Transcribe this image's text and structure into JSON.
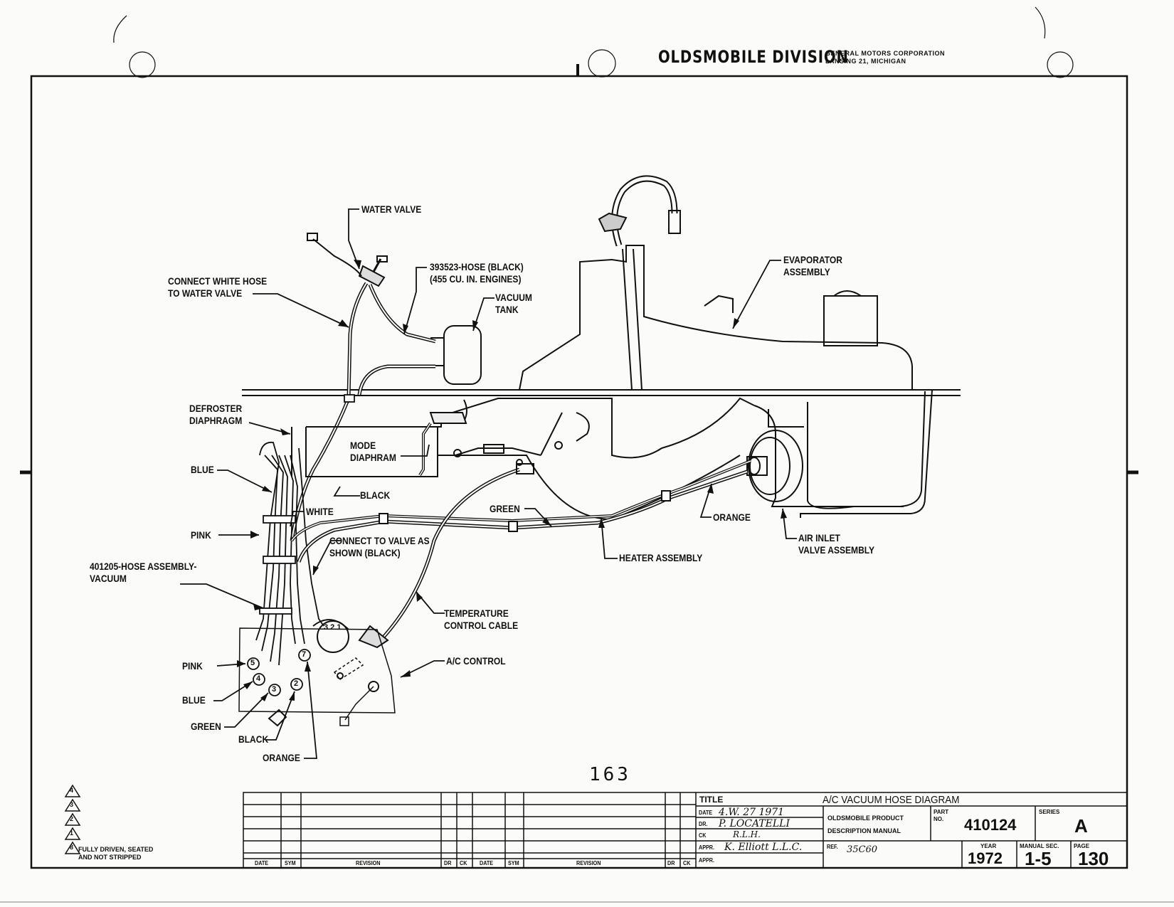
{
  "header": {
    "division": "OLDSMOBILE DIVISION",
    "corp": "GENERAL MOTORS CORPORATION",
    "city": "LANSING 21, MICHIGAN"
  },
  "labels": {
    "water_valve": "WATER VALVE",
    "connect_white_hose": "CONNECT WHITE HOSE\nTO WATER VALVE",
    "hose_393523": "393523-HOSE (BLACK)\n(455 CU. IN. ENGINES)",
    "vacuum_tank": "VACUUM\nTANK",
    "evaporator": "EVAPORATOR\nASSEMBLY",
    "defroster": "DEFROSTER\nDIAPHRAGM",
    "mode_diaphram": "MODE\nDIAPHRAM",
    "blue_top": "BLUE",
    "black_top": "BLACK",
    "white": "WHITE",
    "pink_top": "PINK",
    "green_top": "GREEN",
    "orange_top": "ORANGE",
    "air_inlet": "AIR INLET\nVALVE ASSEMBLY",
    "heater": "HEATER ASSEMBLY",
    "connect_valve": "CONNECT TO VALVE AS\nSHOWN (BLACK)",
    "hose_401205": "401205-HOSE ASSEMBLY-\nVACUUM",
    "temp_cable": "TEMPERATURE\nCONTROL CABLE",
    "ac_control": "A/C CONTROL",
    "pink_bot": "PINK",
    "blue_bot": "BLUE",
    "green_bot": "GREEN",
    "black_bot": "BLACK",
    "orange_bot": "ORANGE",
    "port_5": "5",
    "port_4": "4",
    "port_3": "3",
    "port_2": "2",
    "port_7": "7",
    "valve_ports": "3 2 1"
  },
  "page_number": "163",
  "legend": {
    "triangles": [
      "4",
      "3",
      "2",
      "1"
    ],
    "note_num": "8",
    "note": "FULLY DRIVEN, SEATED\nAND NOT STRIPPED"
  },
  "title_block": {
    "title_label": "TITLE",
    "title": "A/C VACUUM HOSE DIAGRAM",
    "date_label": "DATE",
    "date": "4.W. 27 1971",
    "dr_label": "DR.",
    "drawn_by": "P. LOCATELLI",
    "ck_label": "CK",
    "checked_by": "R.L.H.",
    "appr_label": "APPR.",
    "approved_by": "K. Elliott L.L.C.",
    "appr2_label": "APPR.",
    "product_line1": "OLDSMOBILE PRODUCT",
    "product_line2": "DESCRIPTION MANUAL",
    "part_label": "PART\nNO.",
    "part_no": "410124",
    "series_label": "SERIES",
    "series": "A",
    "ref_label": "REF.",
    "ref": "35C60",
    "year_label": "YEAR",
    "year": "1972",
    "manual_sec_label": "MANUAL SEC.",
    "manual_sec": "1-5",
    "page_label": "PAGE",
    "page": "130",
    "rev_cols": [
      "DATE",
      "SYM",
      "REVISION",
      "DR",
      "CK",
      "DATE",
      "SYM",
      "REVISION",
      "DR",
      "CK"
    ]
  }
}
